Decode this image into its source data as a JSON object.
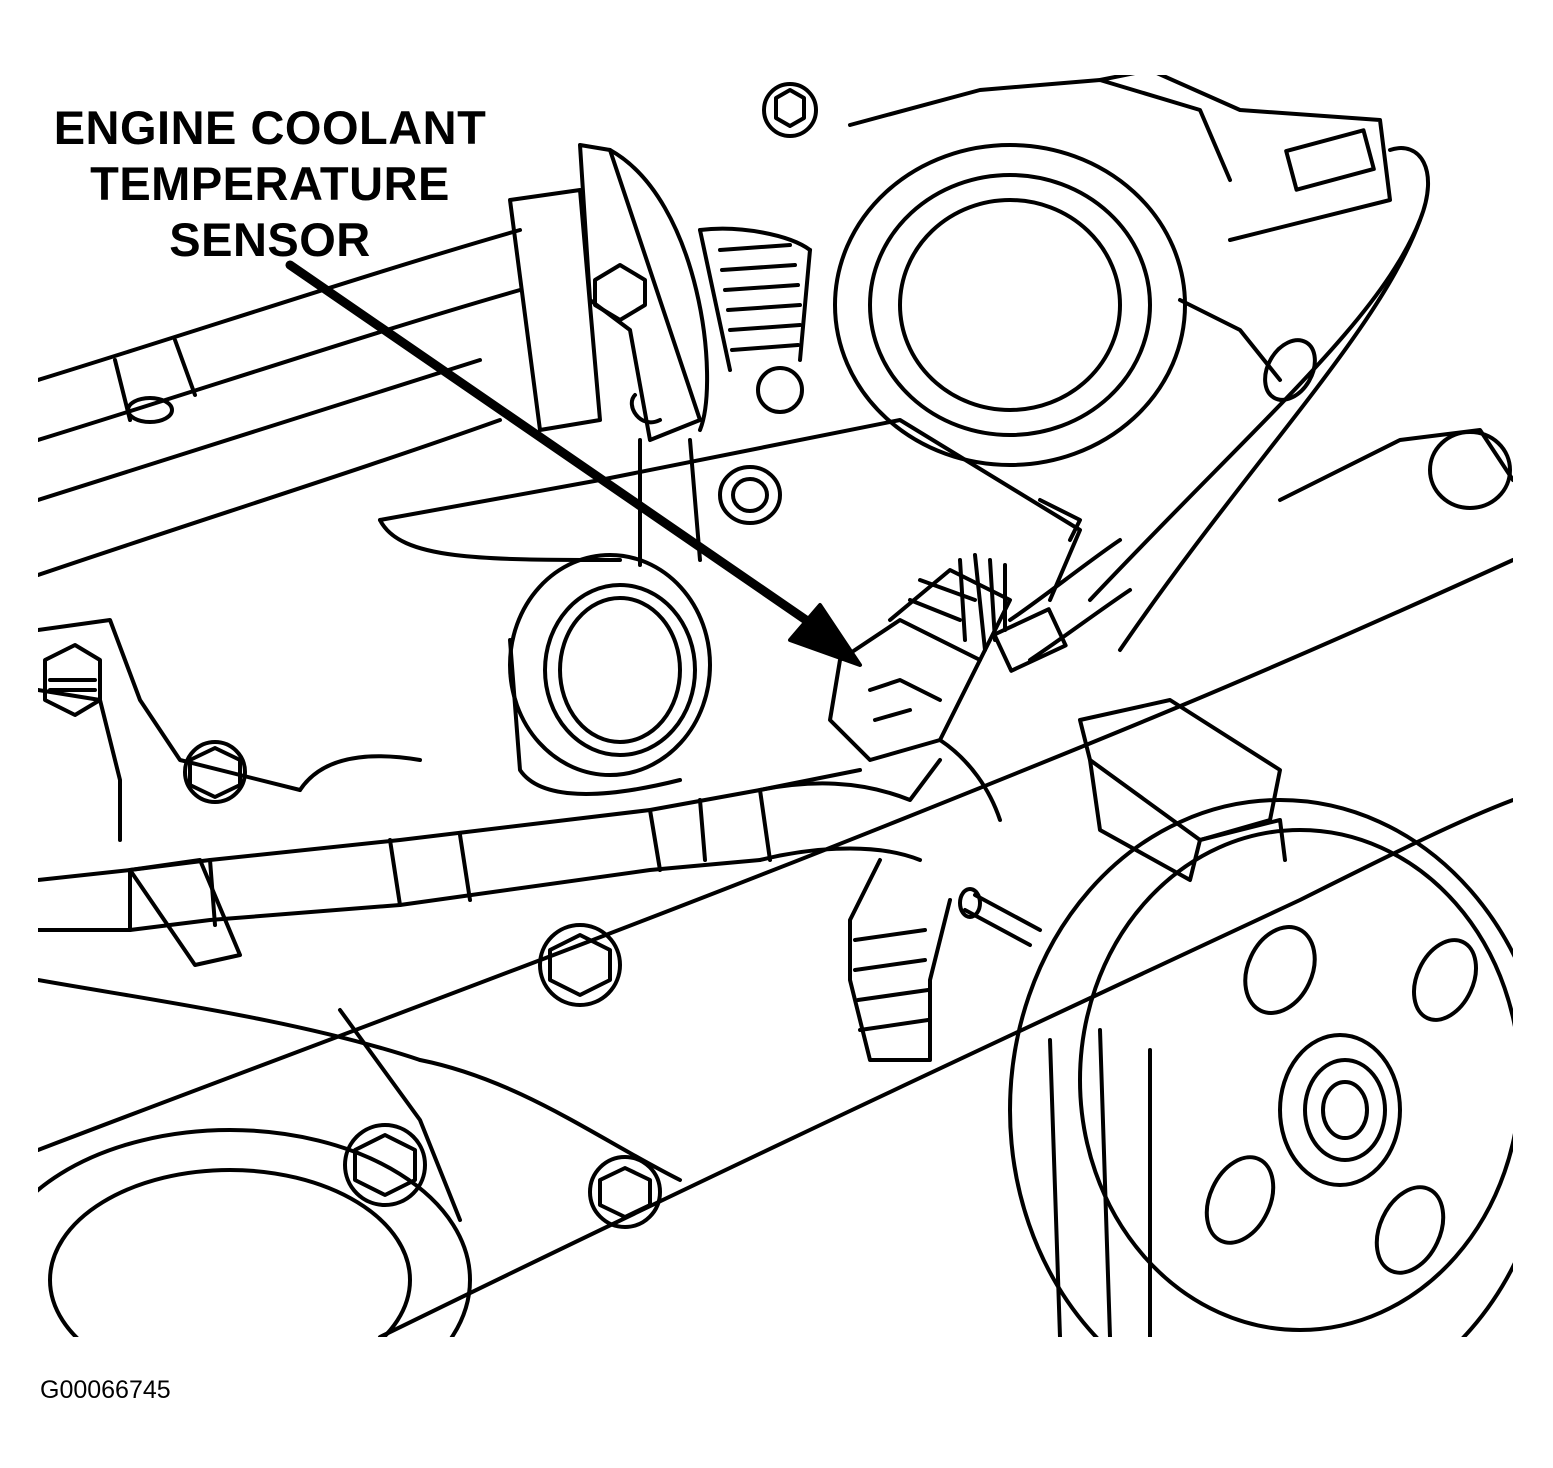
{
  "callout": {
    "line1": "ENGINE COOLANT",
    "line2": "TEMPERATURE",
    "line3": "SENSOR"
  },
  "figure_id": "G00066745",
  "colors": {
    "ink": "#000000",
    "paper": "#ffffff"
  }
}
